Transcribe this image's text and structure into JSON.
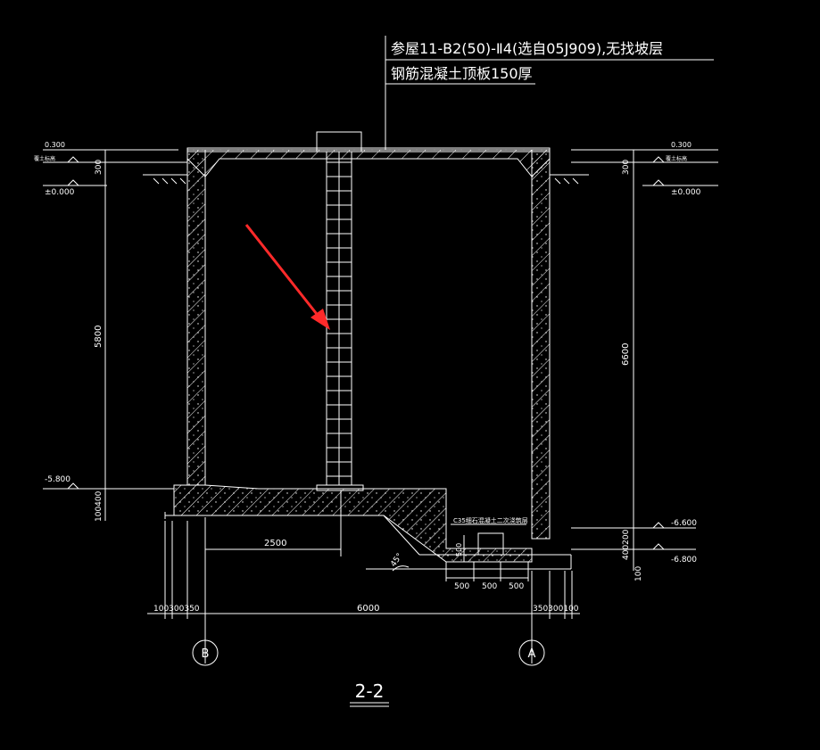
{
  "note_line_1": "参屋11-B2(50)-Ⅱ4(选自05J909),无找坡层",
  "note_line_2": "钢筋混凝土顶板150厚",
  "section_title": "2-2",
  "left_elev_top": "0.300",
  "left_elev_top_note": "覆土标高",
  "left_elev_ground": "±0.000",
  "left_elev_bottom": "-5.800",
  "right_elev_top": "0.300",
  "right_elev_top_note": "覆土标高",
  "right_elev_ground": "±0.000",
  "right_elev_bottom_1": "-6.600",
  "right_elev_bottom_2": "-6.800",
  "dim_left_300": "300",
  "dim_left_5800": "5800",
  "dim_left_100_400": "100400",
  "dim_right_300": "300",
  "dim_right_6600": "6600",
  "dim_right_400_200": "400200",
  "dim_right_100": "100",
  "dim_2500": "2500",
  "dim_bottom_left": "100300350",
  "dim_6000": "6000",
  "dim_bottom_right": "350300100",
  "dim_500_a": "500",
  "dim_500_b": "500",
  "dim_500_c": "500",
  "dim_sump_depth": "500",
  "dim_45": "45°",
  "sump_note": "C35细石混凝土二次浇筑层",
  "axis_b": "B",
  "axis_a": "A",
  "colors": {
    "background": "#000000",
    "line": "#ffffff",
    "arrow": "#ff2a2a"
  }
}
